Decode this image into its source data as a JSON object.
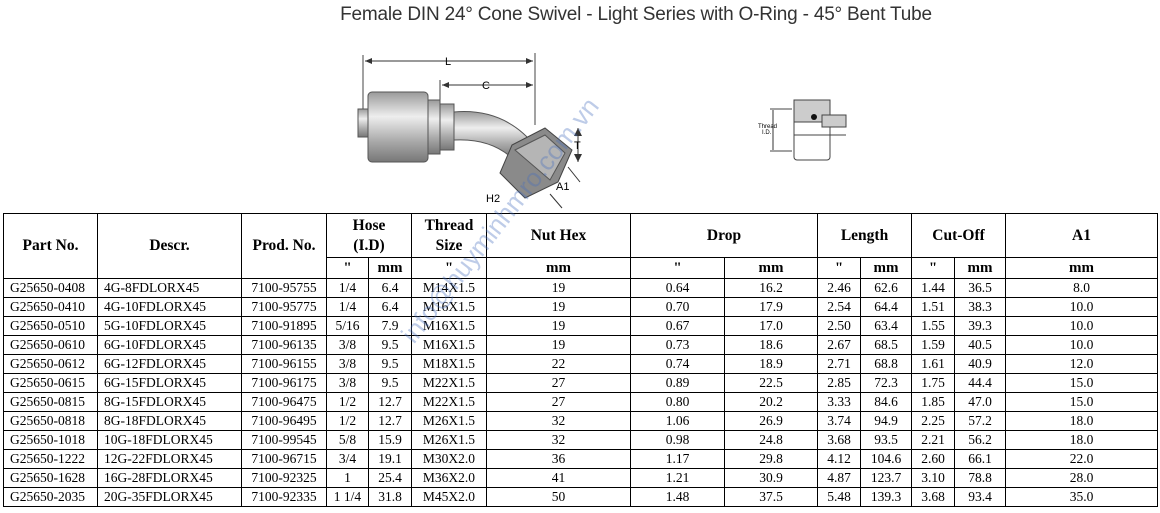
{
  "title": "Female DIN 24° Cone Swivel - Light Series with O-Ring - 45° Bent Tube",
  "drawing_labels": {
    "L": "L",
    "C": "C",
    "T": "T",
    "H2": "H2",
    "A1": "A1",
    "thread": "Thread",
    "id": "I.D."
  },
  "watermark": "info@huyminhmro.com.vn",
  "table": {
    "headers": {
      "part_no": "Part No.",
      "descr": "Descr.",
      "prod_no": "Prod. No.",
      "hose_l1": "Hose",
      "hose_l2": "(I.D)",
      "thread_l1": "Thread",
      "thread_l2": "Size",
      "nut_hex": "Nut Hex",
      "drop": "Drop",
      "length": "Length",
      "cutoff": "Cut-Off",
      "a1": "A1"
    },
    "units": [
      "\"",
      "mm",
      "\"",
      "mm",
      "\"",
      "mm",
      "\"",
      "mm",
      "\"",
      "mm",
      "mm"
    ],
    "rows": [
      [
        "G25650-0408",
        "4G-8FDLORX45",
        "7100-95755",
        "1/4",
        "6.4",
        "M14X1.5",
        "19",
        "0.64",
        "16.2",
        "2.46",
        "62.6",
        "1.44",
        "36.5",
        "8.0"
      ],
      [
        "G25650-0410",
        "4G-10FDLORX45",
        "7100-95775",
        "1/4",
        "6.4",
        "M16X1.5",
        "19",
        "0.70",
        "17.9",
        "2.54",
        "64.4",
        "1.51",
        "38.3",
        "10.0"
      ],
      [
        "G25650-0510",
        "5G-10FDLORX45",
        "7100-91895",
        "5/16",
        "7.9",
        "M16X1.5",
        "19",
        "0.67",
        "17.0",
        "2.50",
        "63.4",
        "1.55",
        "39.3",
        "10.0"
      ],
      [
        "G25650-0610",
        "6G-10FDLORX45",
        "7100-96135",
        "3/8",
        "9.5",
        "M16X1.5",
        "19",
        "0.73",
        "18.6",
        "2.67",
        "68.5",
        "1.59",
        "40.5",
        "10.0"
      ],
      [
        "G25650-0612",
        "6G-12FDLORX45",
        "7100-96155",
        "3/8",
        "9.5",
        "M18X1.5",
        "22",
        "0.74",
        "18.9",
        "2.71",
        "68.8",
        "1.61",
        "40.9",
        "12.0"
      ],
      [
        "G25650-0615",
        "6G-15FDLORX45",
        "7100-96175",
        "3/8",
        "9.5",
        "M22X1.5",
        "27",
        "0.89",
        "22.5",
        "2.85",
        "72.3",
        "1.75",
        "44.4",
        "15.0"
      ],
      [
        "G25650-0815",
        "8G-15FDLORX45",
        "7100-96475",
        "1/2",
        "12.7",
        "M22X1.5",
        "27",
        "0.80",
        "20.2",
        "3.33",
        "84.6",
        "1.85",
        "47.0",
        "15.0"
      ],
      [
        "G25650-0818",
        "8G-18FDLORX45",
        "7100-96495",
        "1/2",
        "12.7",
        "M26X1.5",
        "32",
        "1.06",
        "26.9",
        "3.74",
        "94.9",
        "2.25",
        "57.2",
        "18.0"
      ],
      [
        "G25650-1018",
        "10G-18FDLORX45",
        "7100-99545",
        "5/8",
        "15.9",
        "M26X1.5",
        "32",
        "0.98",
        "24.8",
        "3.68",
        "93.5",
        "2.21",
        "56.2",
        "18.0"
      ],
      [
        "G25650-1222",
        "12G-22FDLORX45",
        "7100-96715",
        "3/4",
        "19.1",
        "M30X2.0",
        "36",
        "1.17",
        "29.8",
        "4.12",
        "104.6",
        "2.60",
        "66.1",
        "22.0"
      ],
      [
        "G25650-1628",
        "16G-28FDLORX45",
        "7100-92325",
        "1",
        "25.4",
        "M36X2.0",
        "41",
        "1.21",
        "30.9",
        "4.87",
        "123.7",
        "3.10",
        "78.8",
        "28.0"
      ],
      [
        "G25650-2035",
        "20G-35FDLORX45",
        "7100-92335",
        "1 1/4",
        "31.8",
        "M45X2.0",
        "50",
        "1.48",
        "37.5",
        "5.48",
        "139.3",
        "3.68",
        "93.4",
        "35.0"
      ]
    ]
  }
}
